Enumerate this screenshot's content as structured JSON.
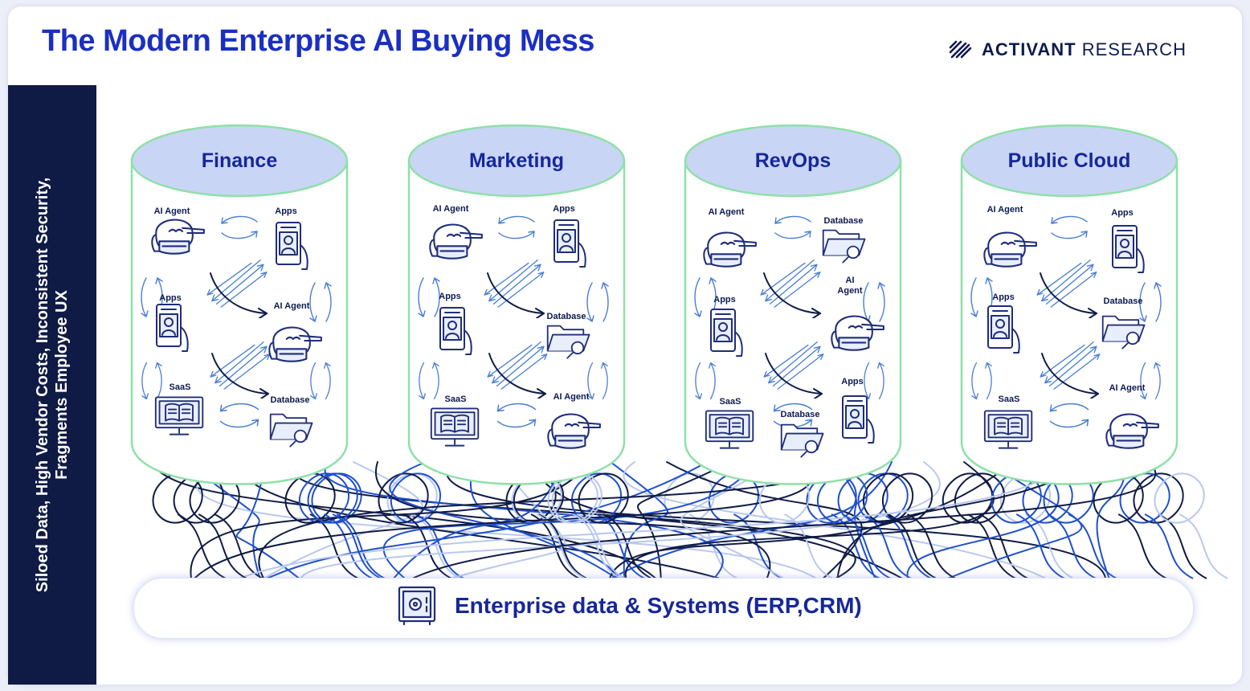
{
  "header": {
    "title": "The Modern Enterprise AI Buying Mess"
  },
  "brand": {
    "name_bold": "ACTIVANT",
    "name_light": " RESEARCH",
    "logo_icon": "activant-chevron-icon",
    "color": "#0d1a4f"
  },
  "sidebar": {
    "text": "Siloed Data, High Vendor Costs, Inconsistent Security, Fragments Employee UX",
    "background": "#0f1b45"
  },
  "silos": [
    {
      "name": "Finance",
      "items": [
        {
          "label": "AI Agent",
          "icon": "robot-icon"
        },
        {
          "label": "Apps",
          "icon": "phone-app-icon"
        },
        {
          "label": "Apps",
          "icon": "phone-app-icon"
        },
        {
          "label": "AI Agent",
          "icon": "robot-icon"
        },
        {
          "label": "SaaS",
          "icon": "monitor-book-icon"
        },
        {
          "label": "Database",
          "icon": "folder-search-icon"
        }
      ]
    },
    {
      "name": "Marketing",
      "items": [
        {
          "label": "AI Agent",
          "icon": "robot-icon"
        },
        {
          "label": "Apps",
          "icon": "phone-app-icon"
        },
        {
          "label": "Apps",
          "icon": "phone-app-icon"
        },
        {
          "label": "Database",
          "icon": "folder-search-icon"
        },
        {
          "label": "SaaS",
          "icon": "monitor-book-icon"
        },
        {
          "label": "AI Agent",
          "icon": "robot-icon"
        }
      ]
    },
    {
      "name": "RevOps",
      "items": [
        {
          "label": "AI Agent",
          "icon": "robot-icon"
        },
        {
          "label": "Database",
          "icon": "folder-search-icon"
        },
        {
          "label": "Apps",
          "icon": "phone-app-icon"
        },
        {
          "label": "AI Agent",
          "icon": "robot-icon"
        },
        {
          "label": "SaaS",
          "icon": "monitor-book-icon"
        },
        {
          "label": "Database",
          "icon": "folder-search-icon"
        },
        {
          "label": "Apps",
          "icon": "phone-app-icon"
        }
      ]
    },
    {
      "name": "Public Cloud",
      "items": [
        {
          "label": "AI Agent",
          "icon": "robot-icon"
        },
        {
          "label": "Apps",
          "icon": "phone-app-icon"
        },
        {
          "label": "Apps",
          "icon": "phone-app-icon"
        },
        {
          "label": "Database",
          "icon": "folder-search-icon"
        },
        {
          "label": "SaaS",
          "icon": "monitor-book-icon"
        },
        {
          "label": "AI Agent",
          "icon": "robot-icon"
        }
      ]
    }
  ],
  "footer": {
    "text": "Enterprise data & Systems (ERP,CRM)",
    "icon": "safe-icon"
  },
  "colors": {
    "title": "#1b2fc2",
    "cylinder_top": "#c9d5f5",
    "cylinder_outline": "#8fe0a8",
    "icon_stroke": "#1f2d7a",
    "arrow": "#4a7fd4",
    "wire_dark": "#0f1b45",
    "wire_blue": "#1f4fcc",
    "wire_light": "#b9c8ef"
  }
}
